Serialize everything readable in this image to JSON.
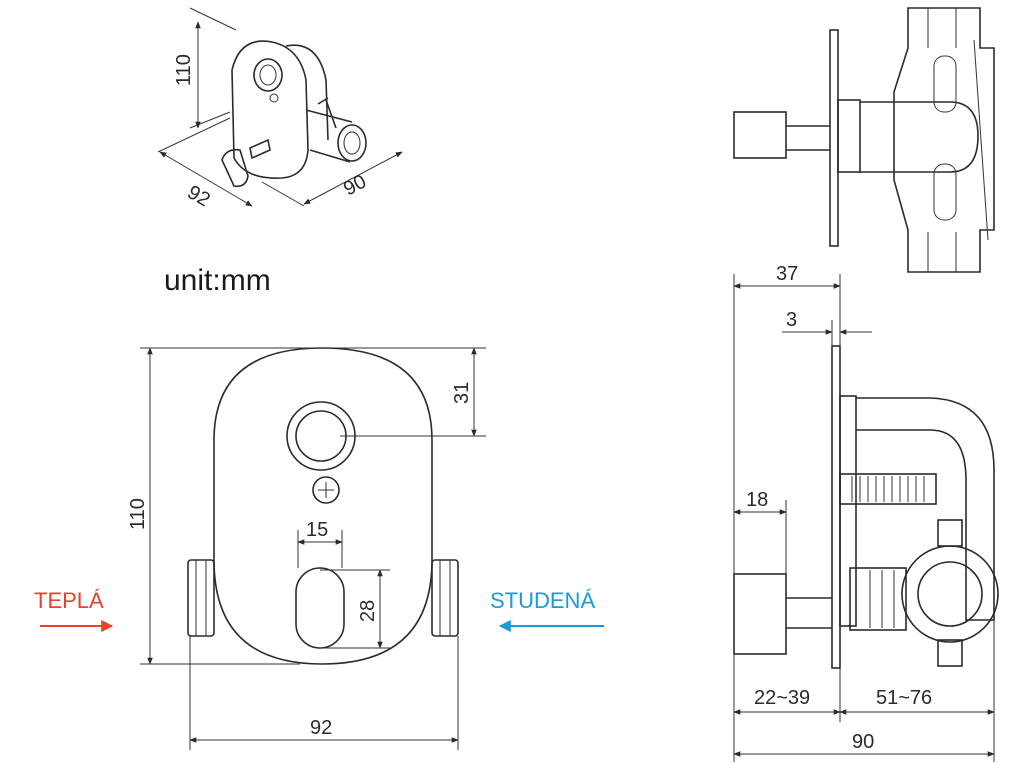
{
  "unit_label": "unit:mm",
  "hot_label": "TEPLÁ",
  "cold_label": "STUDENÁ",
  "colors": {
    "hot": "#e8422b",
    "cold": "#1a9ad6",
    "line": "#2b2b2b"
  },
  "iso_view": {
    "height": "110",
    "width": "92",
    "depth": "90"
  },
  "front_view": {
    "height": "110",
    "width": "92",
    "to_center": "31",
    "handle_width": "15",
    "handle_height": "28"
  },
  "side_view": {
    "total_depth": "37",
    "plate": "3",
    "handle_depth": "18",
    "front_range": "22~39",
    "back_range": "51~76",
    "overall": "90"
  }
}
